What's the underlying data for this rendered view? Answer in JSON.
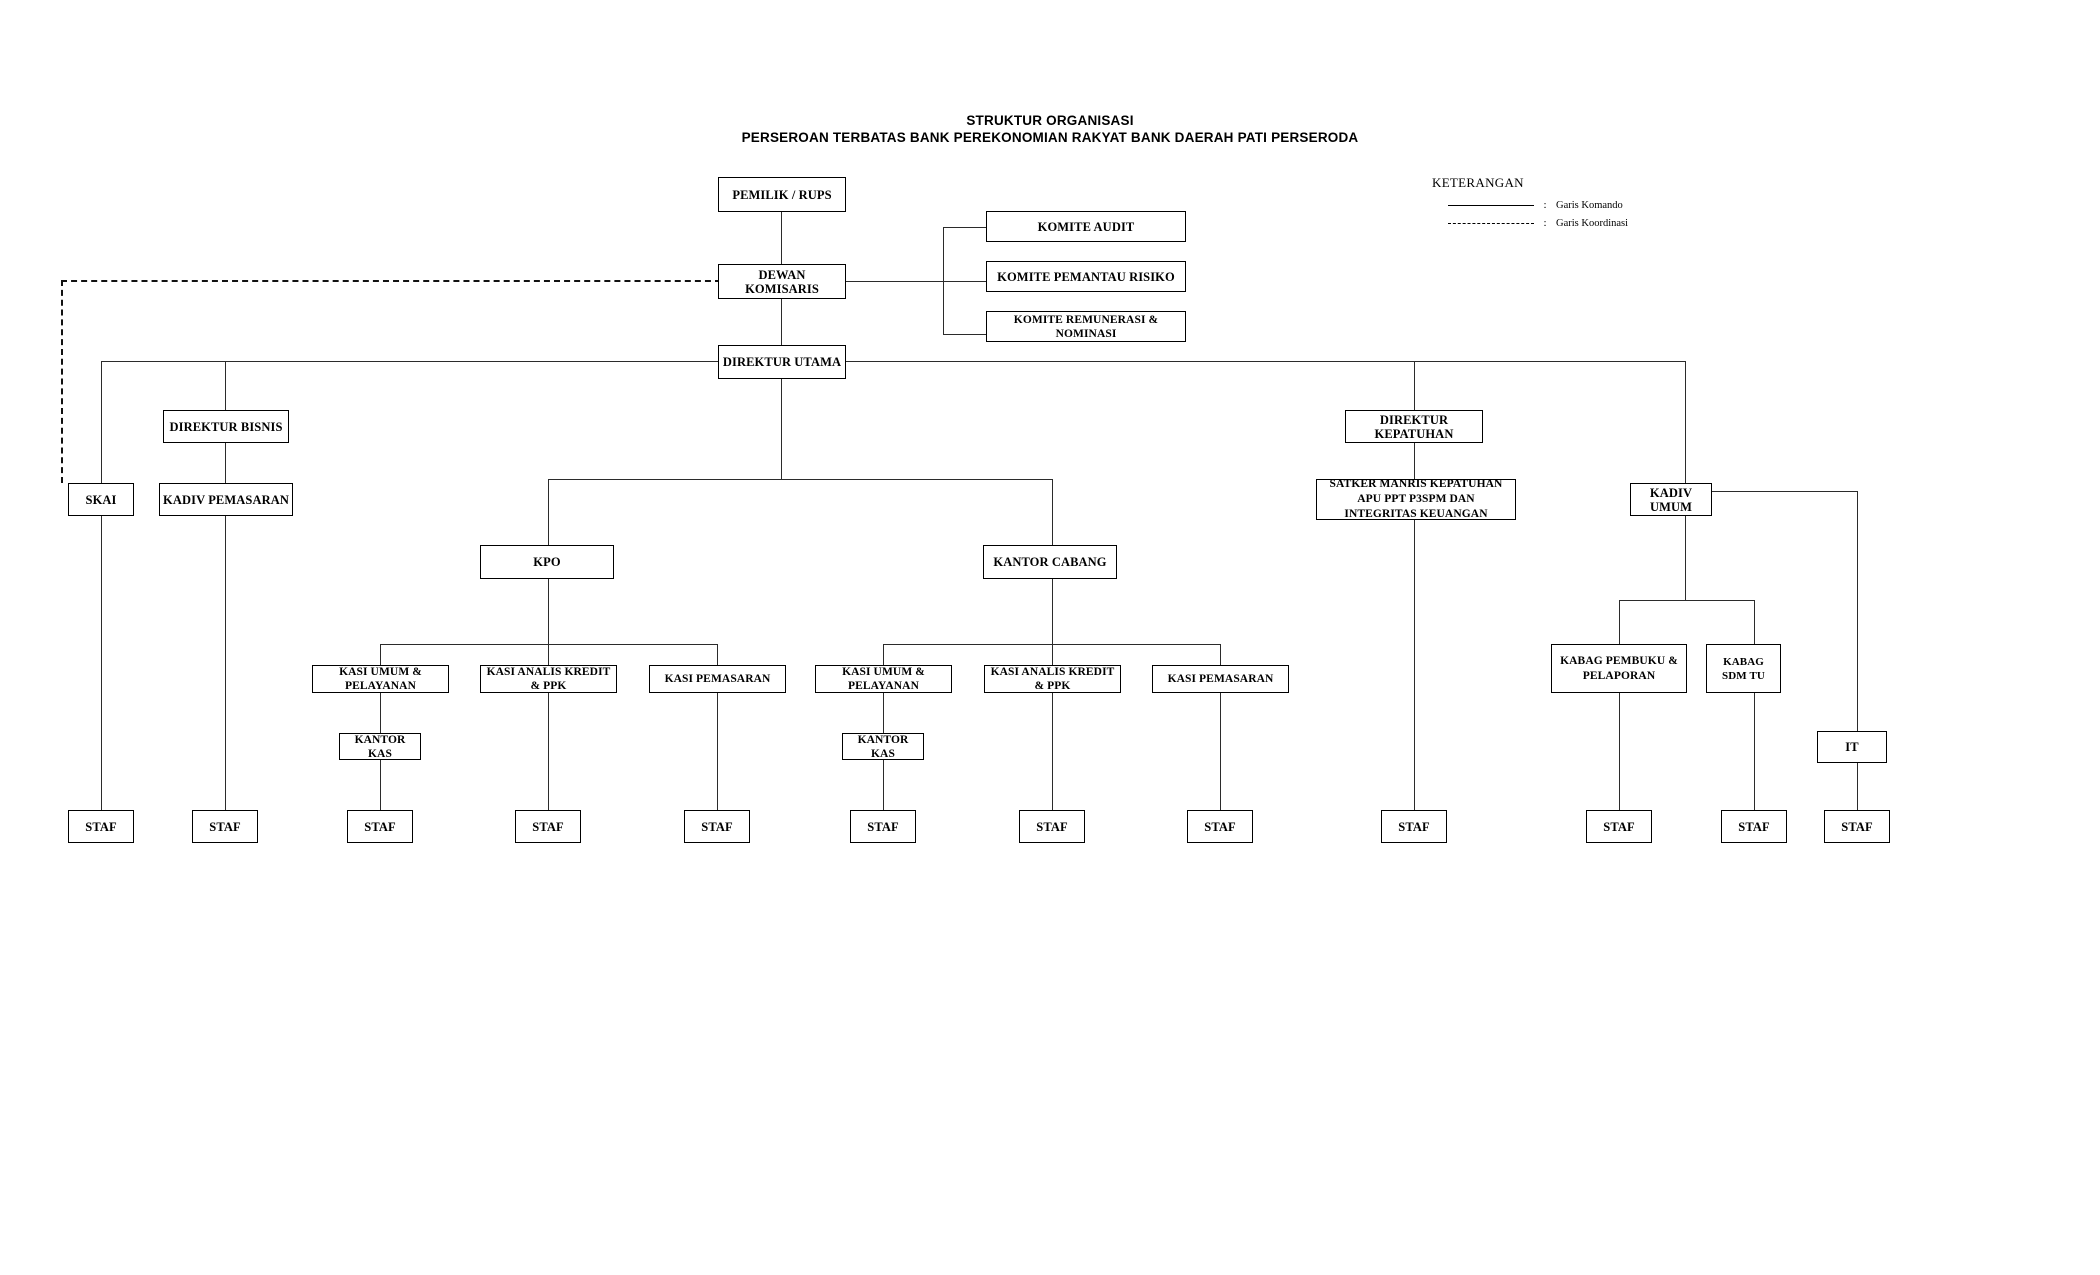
{
  "document": {
    "title_line1": "STRUKTUR ORGANISASI",
    "title_line2": "PERSEROAN TERBATAS BANK PEREKONOMIAN RAKYAT BANK DAERAH PATI PERSERODA"
  },
  "legend": {
    "heading": "KETERANGAN",
    "colon": ":",
    "items": [
      {
        "style": "solid",
        "label": "Garis Komando"
      },
      {
        "style": "dashed",
        "label": "Garis Koordinasi"
      }
    ]
  },
  "chart_data": {
    "type": "diagram",
    "title": "STRUKTUR ORGANISASI PERSEROAN TERBATAS BANK PEREKONOMIAN RAKYAT BANK DAERAH PATI PERSERODA",
    "link_types": [
      "Garis Komando",
      "Garis Koordinasi"
    ],
    "nodes": [
      {
        "id": "pemilik",
        "label": "PEMILIK / RUPS",
        "level": 0
      },
      {
        "id": "dekom",
        "label": "DEWAN KOMISARIS",
        "level": 1
      },
      {
        "id": "komite_audit",
        "label": "KOMITE AUDIT",
        "level": 1
      },
      {
        "id": "komite_risiko",
        "label": "KOMITE PEMANTAU RISIKO",
        "level": 1
      },
      {
        "id": "komite_remun",
        "label": "KOMITE REMUNERASI & NOMINASI",
        "level": 1
      },
      {
        "id": "dirut",
        "label": "DIREKTUR UTAMA",
        "level": 2
      },
      {
        "id": "dir_bisnis",
        "label": "DIREKTUR BISNIS",
        "level": 3
      },
      {
        "id": "dir_kepatuhan",
        "label": "DIREKTUR  KEPATUHAN",
        "level": 3
      },
      {
        "id": "skai",
        "label": "SKAI",
        "level": 4
      },
      {
        "id": "kadiv_pemasaran",
        "label": "KADIV  PEMASARAN",
        "level": 4
      },
      {
        "id": "satker",
        "label_line1": "SATKER  MANRIS  KEPATUHAN",
        "label_line2": "APU PPT P3SPM DAN INTEGRITAS KEUANGAN",
        "level": 4
      },
      {
        "id": "kadiv_umum",
        "label": "KADIV UMUM",
        "level": 4
      },
      {
        "id": "kpo",
        "label": "KPO",
        "level": 5
      },
      {
        "id": "kantor_cabang",
        "label": "KANTOR CABANG",
        "level": 5
      },
      {
        "id": "kpo_kasi_umum",
        "label": "KASI  UMUM & PELAYANAN",
        "level": 6
      },
      {
        "id": "kpo_kasi_kredit",
        "label": "KASI  ANALIS KREDIT & PPK",
        "level": 6
      },
      {
        "id": "kpo_kasi_pemas",
        "label": "KASI PEMASARAN",
        "level": 6
      },
      {
        "id": "kc_kasi_umum",
        "label": "KASI  UMUM & PELAYANAN",
        "level": 6
      },
      {
        "id": "kc_kasi_kredit",
        "label": "KASI  ANALIS KREDIT & PPK",
        "level": 6
      },
      {
        "id": "kc_kasi_pemas",
        "label": "KASI PEMASARAN",
        "level": 6
      },
      {
        "id": "kabag_pembuku",
        "label_line1": "KABAG  PEMBUKU &",
        "label_line2": "PELAPORAN",
        "level": 6
      },
      {
        "id": "kabag_sdm",
        "label": "KABAG SDM TU",
        "level": 6
      },
      {
        "id": "kpo_kantor_kas",
        "label": "KANTOR KAS",
        "level": 7
      },
      {
        "id": "kc_kantor_kas",
        "label": "KANTOR KAS",
        "level": 7
      },
      {
        "id": "it",
        "label": "IT",
        "level": 7
      },
      {
        "id": "staf_skai",
        "label": "STAF",
        "level": 8
      },
      {
        "id": "staf_pemasaran",
        "label": "STAF",
        "level": 8
      },
      {
        "id": "staf_kpo_umum",
        "label": "STAF",
        "level": 8
      },
      {
        "id": "staf_kpo_kredit",
        "label": "STAF",
        "level": 8
      },
      {
        "id": "staf_kpo_pemas",
        "label": "STAF",
        "level": 8
      },
      {
        "id": "staf_kc_umum",
        "label": "STAF",
        "level": 8
      },
      {
        "id": "staf_kc_kredit",
        "label": "STAF",
        "level": 8
      },
      {
        "id": "staf_kc_pemas",
        "label": "STAF",
        "level": 8
      },
      {
        "id": "staf_satker",
        "label": "STAF",
        "level": 8
      },
      {
        "id": "staf_pembuku",
        "label": "STAF",
        "level": 8
      },
      {
        "id": "staf_sdm",
        "label": "STAF",
        "level": 8
      },
      {
        "id": "staf_it",
        "label": "STAF",
        "level": 8
      }
    ],
    "edges": [
      {
        "from": "pemilik",
        "to": "dekom",
        "type": "Garis Komando"
      },
      {
        "from": "dekom",
        "to": "komite_audit",
        "type": "Garis Komando"
      },
      {
        "from": "dekom",
        "to": "komite_risiko",
        "type": "Garis Komando"
      },
      {
        "from": "dekom",
        "to": "komite_remun",
        "type": "Garis Komando"
      },
      {
        "from": "dekom",
        "to": "dirut",
        "type": "Garis Komando"
      },
      {
        "from": "dekom",
        "to": "skai",
        "type": "Garis Koordinasi"
      },
      {
        "from": "dirut",
        "to": "dir_bisnis",
        "type": "Garis Komando"
      },
      {
        "from": "dirut",
        "to": "dir_kepatuhan",
        "type": "Garis Komando"
      },
      {
        "from": "dirut",
        "to": "skai",
        "type": "Garis Komando"
      },
      {
        "from": "dirut",
        "to": "kadiv_umum",
        "type": "Garis Komando"
      },
      {
        "from": "dirut",
        "to": "kpo",
        "type": "Garis Komando"
      },
      {
        "from": "dirut",
        "to": "kantor_cabang",
        "type": "Garis Komando"
      },
      {
        "from": "dir_bisnis",
        "to": "kadiv_pemasaran",
        "type": "Garis Komando"
      },
      {
        "from": "dir_kepatuhan",
        "to": "satker",
        "type": "Garis Komando"
      },
      {
        "from": "kpo",
        "to": "kpo_kasi_umum",
        "type": "Garis Komando"
      },
      {
        "from": "kpo",
        "to": "kpo_kasi_kredit",
        "type": "Garis Komando"
      },
      {
        "from": "kpo",
        "to": "kpo_kasi_pemas",
        "type": "Garis Komando"
      },
      {
        "from": "kantor_cabang",
        "to": "kc_kasi_umum",
        "type": "Garis Komando"
      },
      {
        "from": "kantor_cabang",
        "to": "kc_kasi_kredit",
        "type": "Garis Komando"
      },
      {
        "from": "kantor_cabang",
        "to": "kc_kasi_pemas",
        "type": "Garis Komando"
      },
      {
        "from": "kadiv_umum",
        "to": "kabag_pembuku",
        "type": "Garis Komando"
      },
      {
        "from": "kadiv_umum",
        "to": "kabag_sdm",
        "type": "Garis Komando"
      },
      {
        "from": "kadiv_umum",
        "to": "it",
        "type": "Garis Komando"
      },
      {
        "from": "kpo_kasi_umum",
        "to": "kpo_kantor_kas",
        "type": "Garis Komando"
      },
      {
        "from": "kc_kasi_umum",
        "to": "kc_kantor_kas",
        "type": "Garis Komando"
      },
      {
        "from": "skai",
        "to": "staf_skai",
        "type": "Garis Komando"
      },
      {
        "from": "kadiv_pemasaran",
        "to": "staf_pemasaran",
        "type": "Garis Komando"
      },
      {
        "from": "kpo_kantor_kas",
        "to": "staf_kpo_umum",
        "type": "Garis Komando"
      },
      {
        "from": "kpo_kasi_kredit",
        "to": "staf_kpo_kredit",
        "type": "Garis Komando"
      },
      {
        "from": "kpo_kasi_pemas",
        "to": "staf_kpo_pemas",
        "type": "Garis Komando"
      },
      {
        "from": "kc_kantor_kas",
        "to": "staf_kc_umum",
        "type": "Garis Komando"
      },
      {
        "from": "kc_kasi_kredit",
        "to": "staf_kc_kredit",
        "type": "Garis Komando"
      },
      {
        "from": "kc_kasi_pemas",
        "to": "staf_kc_pemas",
        "type": "Garis Komando"
      },
      {
        "from": "satker",
        "to": "staf_satker",
        "type": "Garis Komando"
      },
      {
        "from": "kabag_pembuku",
        "to": "staf_pembuku",
        "type": "Garis Komando"
      },
      {
        "from": "kabag_sdm",
        "to": "staf_sdm",
        "type": "Garis Komando"
      },
      {
        "from": "it",
        "to": "staf_it",
        "type": "Garis Komando"
      }
    ]
  }
}
